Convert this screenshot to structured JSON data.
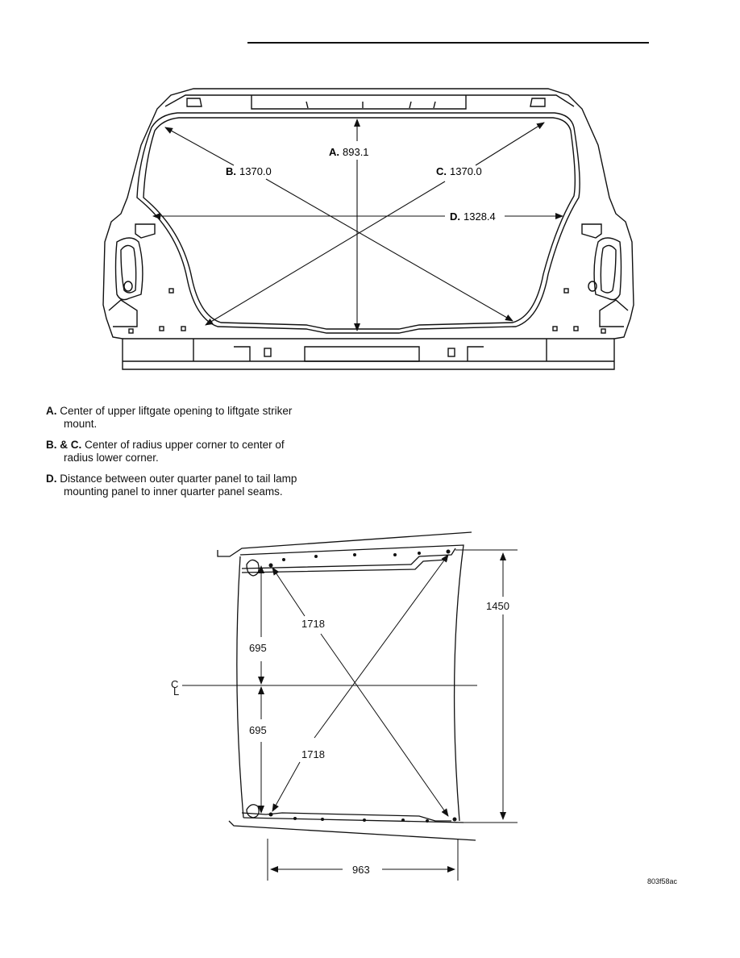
{
  "liftgate_figure": {
    "labels": {
      "a_key": "A.",
      "a_val": "893.1",
      "b_key": "B.",
      "b_val": "1370.0",
      "c_key": "C.",
      "c_val": "1370.0",
      "d_key": "D.",
      "d_val": "1328.4"
    }
  },
  "legend": [
    {
      "key": "A.",
      "line1": "Center of upper liftgate opening to liftgate striker",
      "line2": "mount."
    },
    {
      "key": "B. & C.",
      "line1": "Center of radius upper corner to center of",
      "line2": "radius lower corner."
    },
    {
      "key": "D.",
      "line1": "Distance between outer quarter panel to tail lamp",
      "line2": "mounting panel to inner quarter panel seams."
    }
  ],
  "roof_figure": {
    "labels": {
      "diag_upper": "1718",
      "diag_lower": "1718",
      "half_upper": "695",
      "half_lower": "695",
      "height": "1450",
      "width": "963",
      "centerline_c": "C",
      "centerline_l": "L"
    }
  },
  "figure_code": "803f58ac"
}
